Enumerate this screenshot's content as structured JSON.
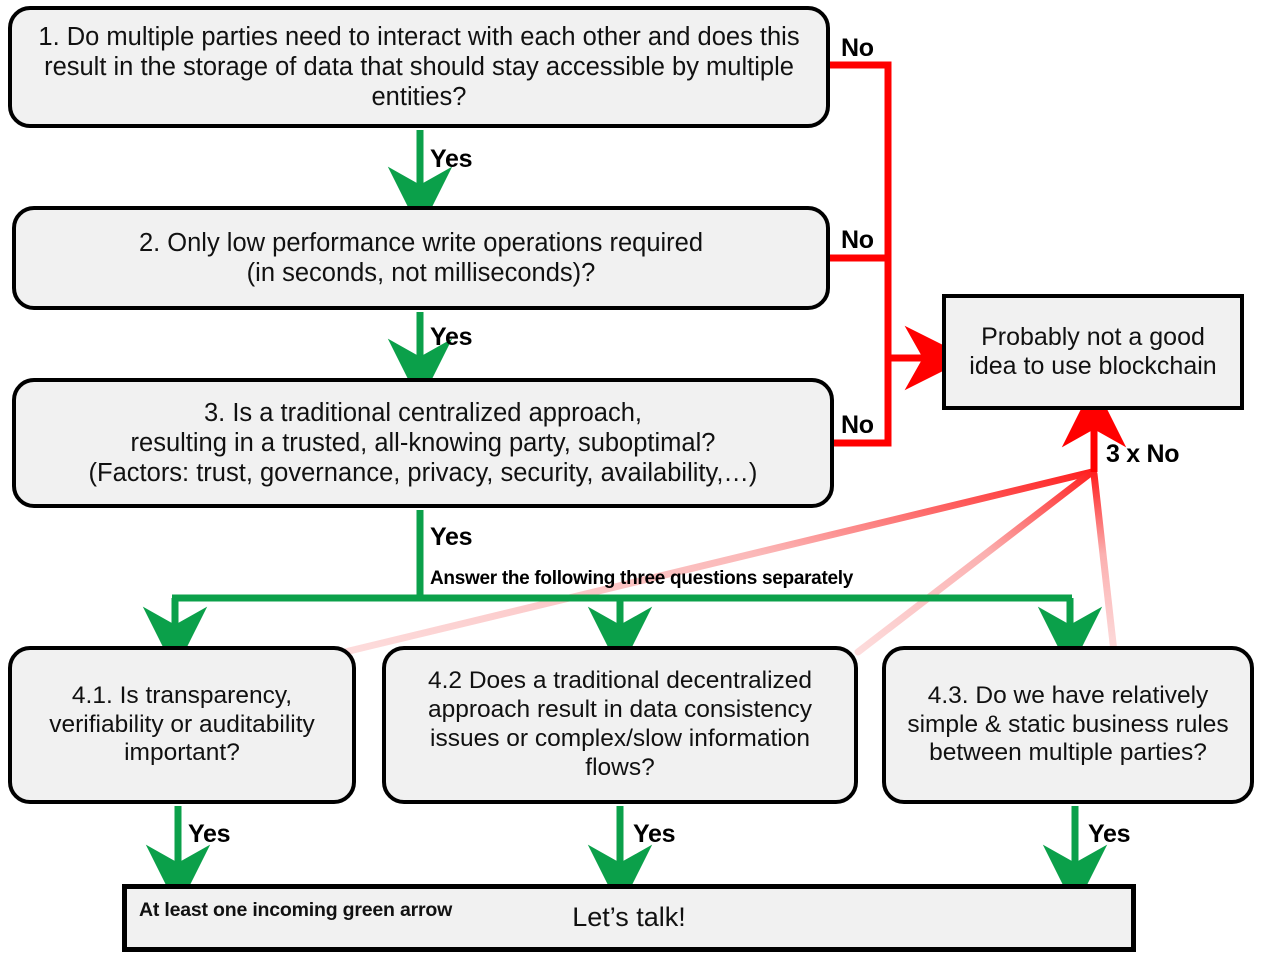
{
  "diagram": {
    "title": "Blockchain suitability decision flowchart",
    "colors": {
      "green": "#0BA04A",
      "red": "#FF0000",
      "faded_red": "#FBCBCB",
      "box_fill": "#F1F1F1",
      "box_border": "#000000"
    }
  },
  "nodes": {
    "q1": {
      "id": "1",
      "text": "1. Do multiple parties need to interact with each other and does this result in the storage of data that should stay accessible by multiple entities?"
    },
    "q2": {
      "id": "2",
      "text": "2. Only low performance write operations required\n(in seconds, not milliseconds)?"
    },
    "q3": {
      "id": "3",
      "text": "3. Is a traditional centralized approach,\nresulting in a trusted, all-knowing party, suboptimal?\n(Factors:  trust, governance, privacy, security, availability,…)"
    },
    "bad_outcome": {
      "text": "Probably not a good idea to use blockchain"
    },
    "q41": {
      "id": "4.1",
      "text": "4.1. Is transparency, verifiability or auditability important?"
    },
    "q42": {
      "id": "4.2",
      "text": "4.2 Does a traditional decentralized approach result in data consistency issues or complex/slow information flows?"
    },
    "q43": {
      "id": "4.3",
      "text": "4.3. Do we have relatively simple & static business rules between multiple parties?"
    },
    "talk_outcome": {
      "left_note": "At least one incoming green arrow",
      "center_text": "Let’s talk!"
    }
  },
  "labels": {
    "yes_1_to_2": "Yes",
    "yes_2_to_3": "Yes",
    "yes_3_to_4": "Yes",
    "no_1": "No",
    "no_2": "No",
    "no_3": "No",
    "three_x_no": "3 x No",
    "answer_note": "Answer the following three questions separately",
    "yes_41": "Yes",
    "yes_42": "Yes",
    "yes_43": "Yes"
  }
}
